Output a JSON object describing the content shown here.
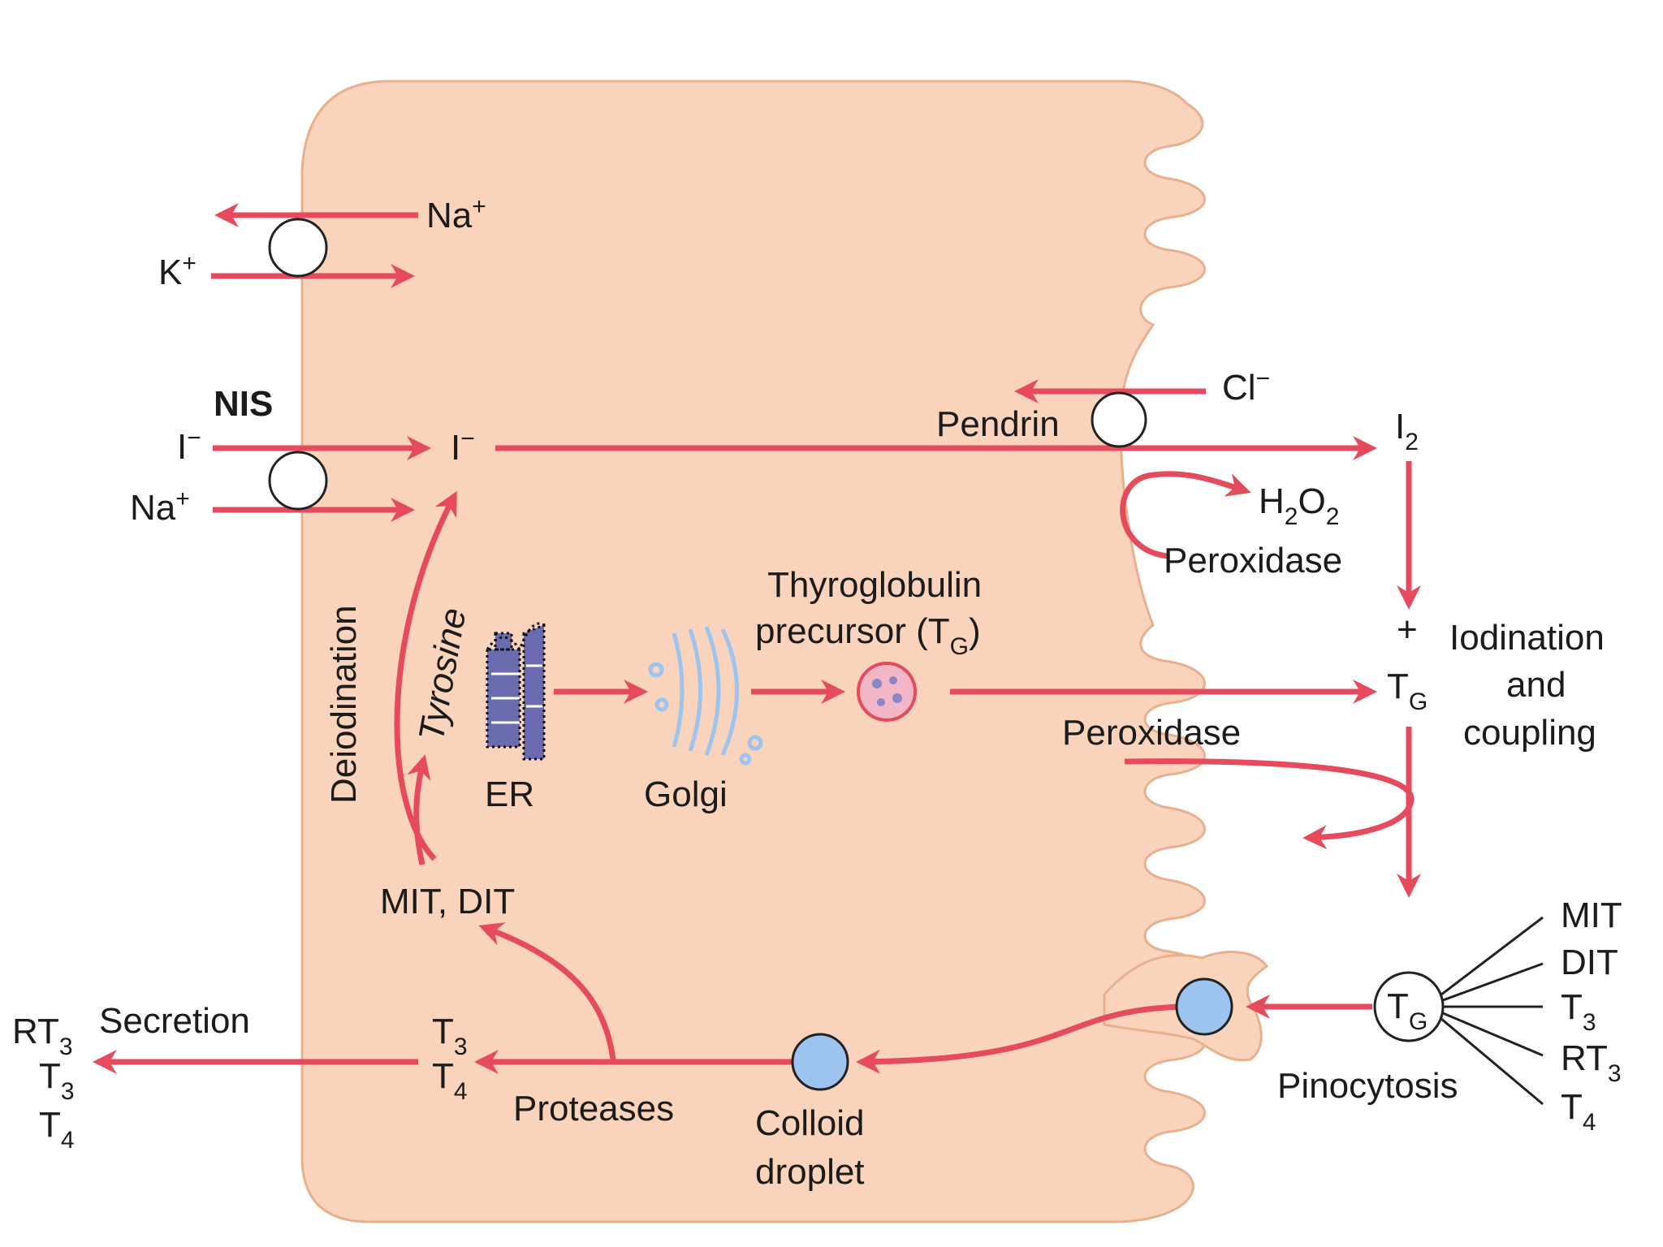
{
  "ions": {
    "na_top": "Na",
    "k": "K",
    "plus": "+",
    "nis": "NIS",
    "i_left": "I",
    "i_inner": "I",
    "minus": "−",
    "na_bottom": "Na",
    "cl": "Cl",
    "cl_minus": "−"
  },
  "labels": {
    "pendrin": "Pendrin",
    "i2_main": "I",
    "i2_sub": "2",
    "h2o2_h": "H",
    "h2o2_2a": "2",
    "h2o2_o": "O",
    "h2o2_2b": "2",
    "peroxidase_top": "Peroxidase",
    "plus_sign": "+",
    "iodination": "Iodination",
    "and": "and",
    "coupling": "coupling",
    "tg_main": "T",
    "tg_sub": "G",
    "peroxidase_mid": "Peroxidase",
    "thyroglobulin": "Thyroglobulin",
    "precursor": "precursor (T",
    "precursor_sub": "G",
    "precursor_close": ")",
    "er": "ER",
    "golgi": "Golgi",
    "deiodination": "Deiodination",
    "tyrosine": "Tyrosine",
    "mit_dit": "MIT, DIT",
    "secretion": "Secretion",
    "out_rt": "RT",
    "out_rt_sub": "3",
    "out_t3": "T",
    "out_t3_sub": "3",
    "out_t4": "T",
    "out_t4_sub": "4",
    "in_t3": "T",
    "in_t3_sub": "3",
    "in_t4": "T",
    "in_t4_sub": "4",
    "proteases": "Proteases",
    "colloid": "Colloid",
    "droplet": "droplet",
    "pinocytosis": "Pinocytosis",
    "tg_circle_main": "T",
    "tg_circle_sub": "G",
    "branch_mit": "MIT",
    "branch_dit": "DIT",
    "branch_t3": "T",
    "branch_t3_sub": "3",
    "branch_rt3": "RT",
    "branch_rt3_sub": "3",
    "branch_t4": "T",
    "branch_t4_sub": "4"
  },
  "colors": {
    "cell": "#f9d3bb",
    "cell_edge": "#e8b08f",
    "arrow": "#e54b5c",
    "droplet": "#9cc4ee",
    "vesicle": "#f3b6c6",
    "organelle": "#6b6cb0"
  }
}
